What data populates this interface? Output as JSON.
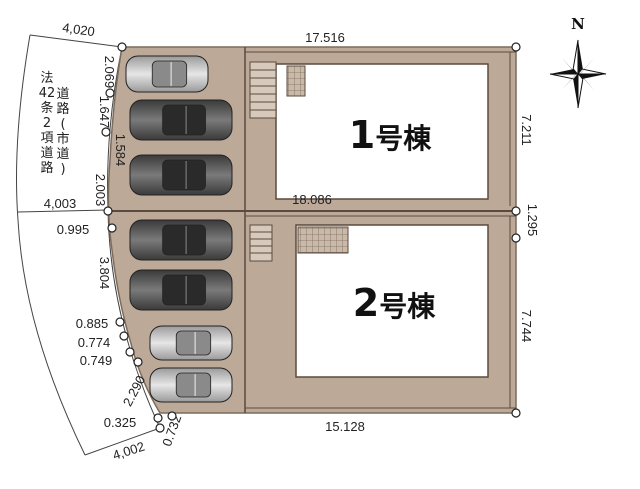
{
  "compass": {
    "label": "N",
    "icon": "north-arrow-icon"
  },
  "road": {
    "text_col1": [
      "法",
      "42",
      "条",
      "2",
      "項",
      "道",
      "路"
    ],
    "text_col2": [
      "道",
      "路",
      "(",
      "市",
      "道",
      ")"
    ]
  },
  "buildings": [
    {
      "number": "1",
      "suffix": "号棟"
    },
    {
      "number": "2",
      "suffix": "号棟"
    }
  ],
  "dimensions": {
    "top_width": "17.516",
    "bottom_width": "15.128",
    "divider": "18.086",
    "right_upper": "7.211",
    "right_mid": "1.295",
    "right_lower": "7.744",
    "road_top": "4,020",
    "road_mid": "4,003",
    "road_bottom": "4,002",
    "left_2069": "2.069",
    "left_1647": "1.647",
    "left_1584": "1.584",
    "left_2003": "2.003",
    "left_0995": "0.995",
    "left_3804": "3.804",
    "left_0885": "0.885",
    "left_0774": "0.774",
    "left_0749": "0.749",
    "left_2290": "2.290",
    "left_0325": "0.325",
    "left_0732": "0.732"
  },
  "colors": {
    "lot": "#bda998",
    "lot_edge": "#7c6a5b",
    "building": "#ffffff",
    "car_dark": "#555555",
    "car_light": "#b3b3b3"
  },
  "parking": [
    {
      "slot": 1,
      "tone": "light"
    },
    {
      "slot": 2,
      "tone": "dark"
    },
    {
      "slot": 3,
      "tone": "dark"
    },
    {
      "slot": 4,
      "tone": "dark"
    },
    {
      "slot": 5,
      "tone": "dark"
    },
    {
      "slot": 6,
      "tone": "light"
    },
    {
      "slot": 7,
      "tone": "light"
    }
  ]
}
